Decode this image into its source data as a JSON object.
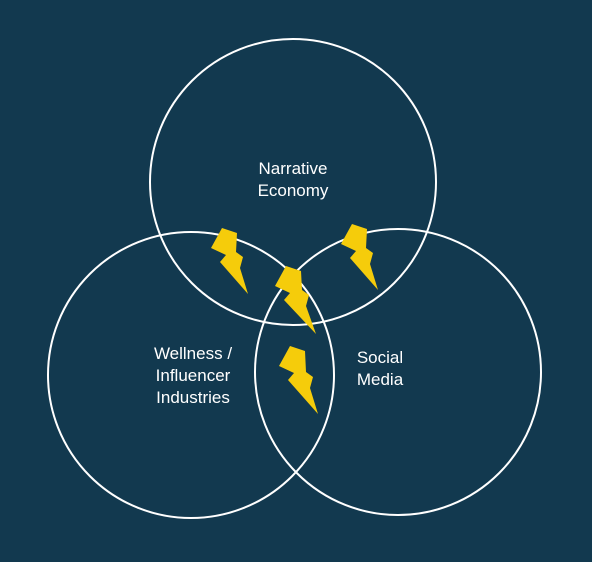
{
  "colors": {
    "background": "#12394f",
    "circle_stroke": "#ffffff",
    "text": "#ffffff",
    "bolt": "#f5cc0b"
  },
  "circles": [
    {
      "name": "narrative-economy",
      "label": "Narrative\nEconomy"
    },
    {
      "name": "wellness-influencer-industries",
      "label": "Wellness /\nInfluencer\nIndustries"
    },
    {
      "name": "social-media",
      "label": "Social\nMedia"
    }
  ],
  "icons": {
    "overlap_marker": "lightning-bolt-icon"
  }
}
